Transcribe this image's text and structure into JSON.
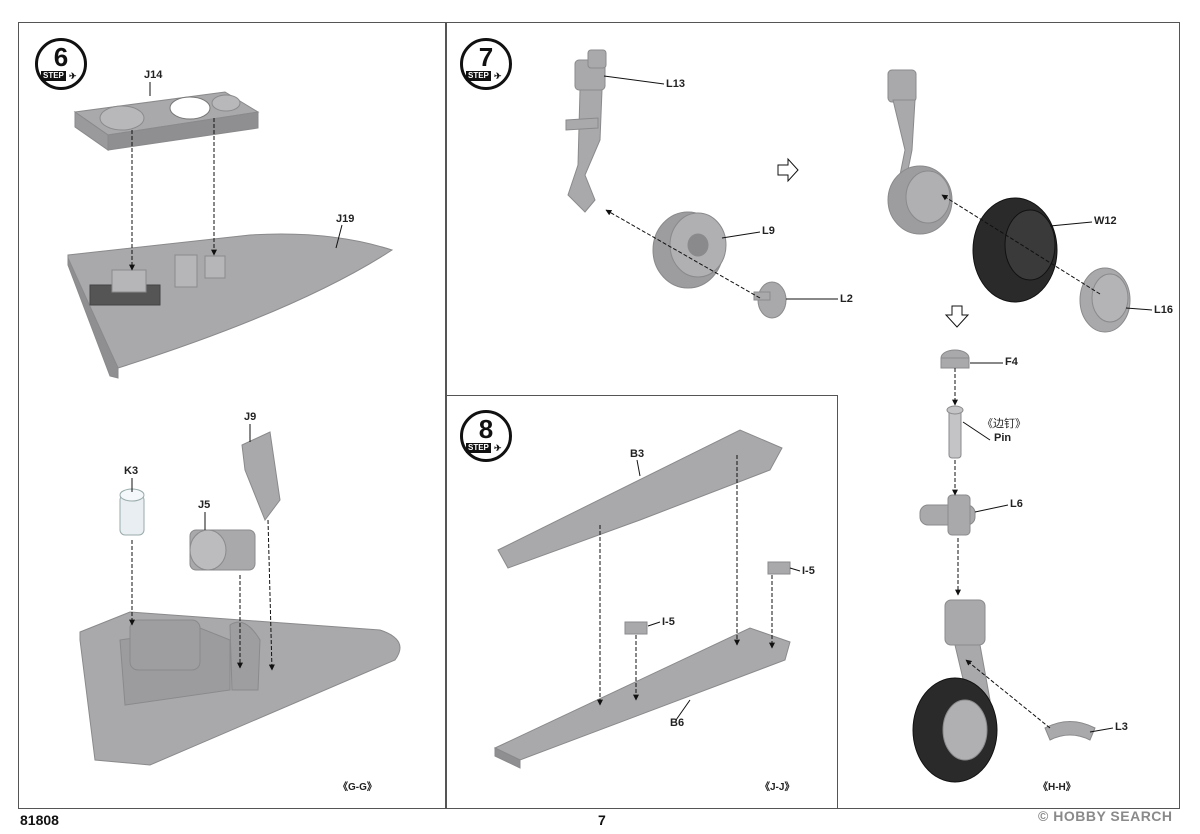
{
  "steps": {
    "s6": "6",
    "s7": "7",
    "s8": "8",
    "word": "STEP"
  },
  "parts": {
    "J14": "J14",
    "J19": "J19",
    "K3": "K3",
    "J5": "J5",
    "J9": "J9",
    "L13": "L13",
    "L9": "L9",
    "L2": "L2",
    "W12": "W12",
    "L16": "L16",
    "F4": "F4",
    "pin_cn": "《边钉》",
    "pin": "Pin",
    "L6": "L6",
    "L3": "L3",
    "B3": "B3",
    "B6": "B6",
    "I5a": "I-5",
    "I5b": "I-5"
  },
  "notes": {
    "gg": "《G-G》",
    "jj": "《J-J》",
    "hh": "《H-H》"
  },
  "footer": {
    "code": "81808",
    "page": "7"
  },
  "watermark": {
    "mark": "©",
    "brand": "HOBBY SEARCH"
  },
  "colors": {
    "part": "#a9a9ab",
    "dark": "#2a2a2a",
    "clear": "#e8eef2"
  }
}
